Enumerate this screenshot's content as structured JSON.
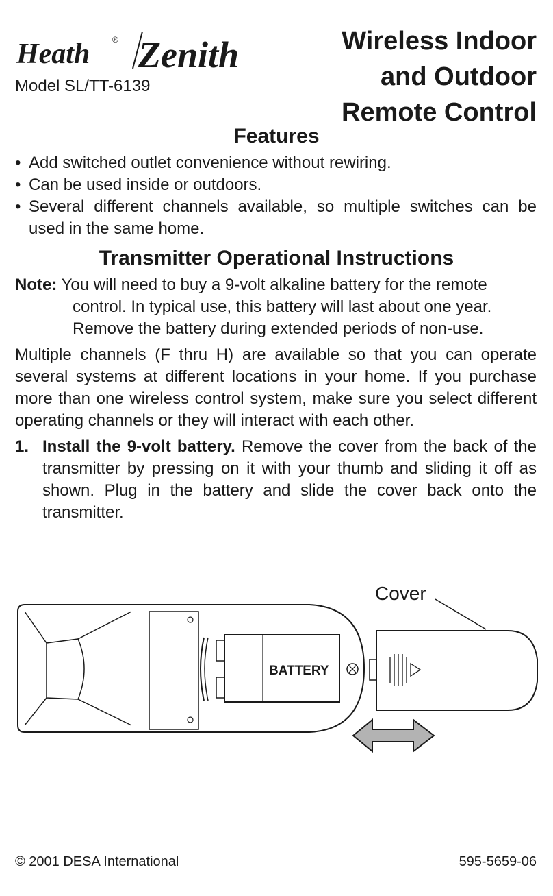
{
  "header": {
    "brand_left": "Heath",
    "brand_registered": "®",
    "brand_right": "Zenith",
    "model": "Model SL/TT-6139",
    "title_lines": [
      "Wireless Indoor",
      "and Outdoor",
      "Remote Control"
    ]
  },
  "features": {
    "heading": "Features",
    "bullet_char": "•",
    "items": [
      "Add switched outlet convenience without rewiring.",
      "Can be used inside or outdoors.",
      "Several different channels available, so multiple switches can be used in the same home."
    ]
  },
  "instructions": {
    "heading": "Transmitter Operational Instructions",
    "note_label": "Note:",
    "note_text_first": " You will need to buy a 9-volt alkaline battery for the remote",
    "note_text_rest": "control. In typical use, this battery will last about one year. Remove the battery during extended periods of non-use.",
    "channels_paragraph": "Multiple channels (F thru H) are available so that you can operate several systems at different locations in your home. If you purchase more than one wireless control system, make sure you select different operating channels or they will interact with each other.",
    "steps": [
      {
        "number": "1.",
        "lead": "Install the 9-volt battery.",
        "text": " Remove the cover from the back of the transmitter by pressing on it with your thumb and sliding it off as shown. Plug in the battery and slide the cover back onto the transmitter."
      }
    ]
  },
  "diagram": {
    "cover_label": "Cover",
    "battery_label": "BATTERY",
    "icons": [
      "double-arrow-icon",
      "screw-icon",
      "triangle-arrow-icon"
    ]
  },
  "footer": {
    "copyright": "© 2001 DESA International",
    "part_number": "595-5659-06"
  }
}
